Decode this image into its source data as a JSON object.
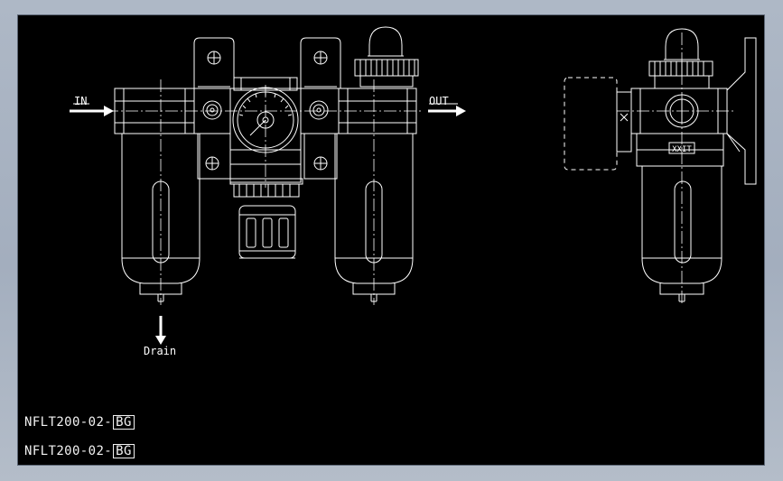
{
  "drawing": {
    "background": "#000000",
    "line_color": "#ffffff",
    "inlet_label": "IN",
    "outlet_label": "OUT",
    "drain_label": "Drain",
    "side_badge": "XXIT",
    "part_numbers": [
      {
        "prefix": "NFLT200-02-",
        "suffix": "BG"
      },
      {
        "prefix": "NFLT200-02-",
        "suffix": "BG"
      }
    ]
  }
}
